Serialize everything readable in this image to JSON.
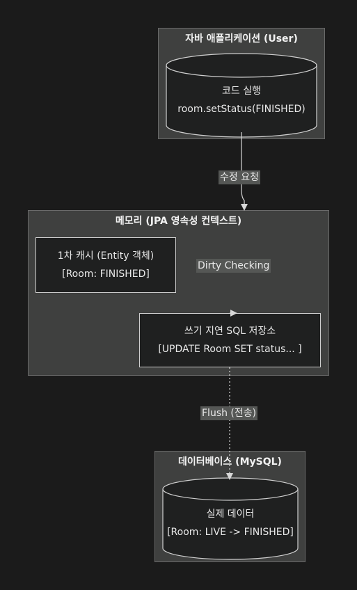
{
  "groups": {
    "app": {
      "title": "자바 애플리케이션 (User)"
    },
    "memory": {
      "title": "메모리 (JPA 영속성 컨텍스트)"
    },
    "db": {
      "title": "데이터베이스 (MySQL)"
    }
  },
  "nodes": {
    "code_run": {
      "line1": "코드 실행",
      "line2": "room.setStatus(FINISHED)"
    },
    "cache": {
      "line1": "1차 캐시 (Entity 객체)",
      "line2": "[Room: FINISHED]"
    },
    "dirty_checking": {
      "label": "Dirty Checking"
    },
    "write_behind": {
      "line1": "쓰기 지연 SQL 저장소",
      "line2": "[UPDATE Room SET status... ]"
    },
    "actual_data": {
      "line1": "실제 데이터",
      "line2": "[Room: LIVE -> FINISHED]"
    }
  },
  "edges": {
    "modify_request": {
      "label": "수정 요청"
    },
    "flush": {
      "label": "Flush (전송)"
    }
  },
  "colors": {
    "background": "#1b1b1b",
    "group_fill": "#3f403f",
    "node_fill": "#1f2020",
    "stroke": "#cfcfcf"
  }
}
